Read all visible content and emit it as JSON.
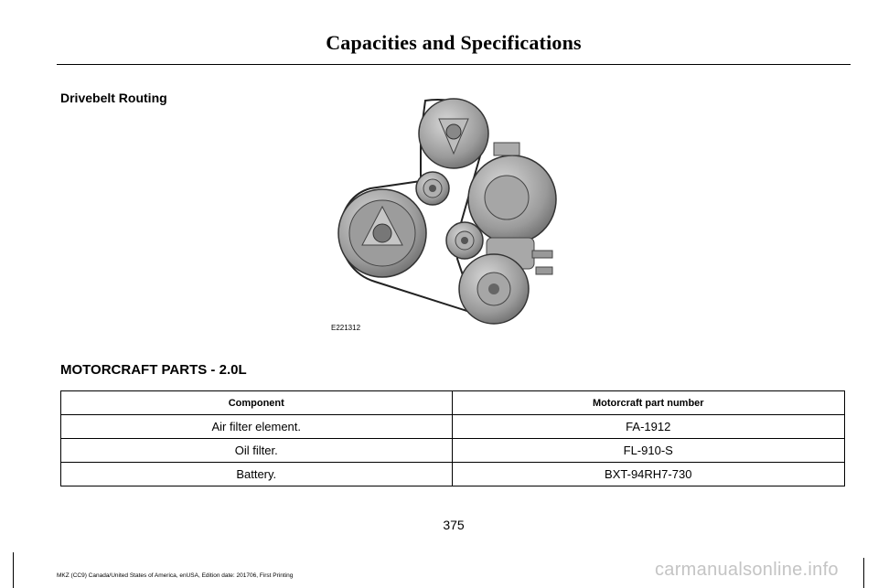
{
  "header": {
    "title": "Capacities and Specifications"
  },
  "drivebelt": {
    "heading": "Drivebelt Routing",
    "figure_id": "E221312"
  },
  "parts": {
    "heading": "MOTORCRAFT PARTS - 2.0L",
    "columns": [
      "Component",
      "Motorcraft part number"
    ],
    "rows": [
      {
        "component": "Air filter element.",
        "part": "FA-1912"
      },
      {
        "component": "Oil filter.",
        "part": "FL-910-S"
      },
      {
        "component": "Battery.",
        "part": "BXT-94RH7-730"
      }
    ]
  },
  "footer": {
    "page_number": "375",
    "edition": "MKZ (CC9) Canada/United States of America, enUSA, Edition date: 201706, First Printing",
    "watermark": "carmanualsonline.info"
  }
}
